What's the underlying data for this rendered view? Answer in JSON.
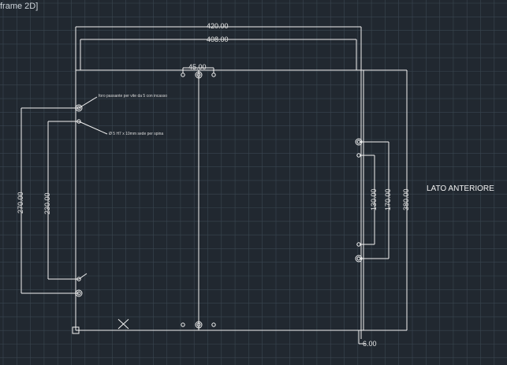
{
  "viewport": {
    "view_label": "frame 2D]",
    "background": "#212830",
    "grid_color": "#3a4651",
    "line_color": "#f2f2f2"
  },
  "drawing": {
    "side_label": "LATO ANTERIORE",
    "notes": {
      "through_hole": "foro passante per vite da 5 con incasso",
      "pin_hole": "Ø 5 H7 x 10mm sede per spina"
    },
    "dimensions": {
      "overall_width": "420.00",
      "inner_width": "408.00",
      "hole_spacing_top": "45.00",
      "left_outer_height": "270.00",
      "left_inner_height": "230.00",
      "right_inner_height": "130.00",
      "right_outer_height": "170.00",
      "total_height": "380.00",
      "bottom_offset": "6.00"
    }
  }
}
